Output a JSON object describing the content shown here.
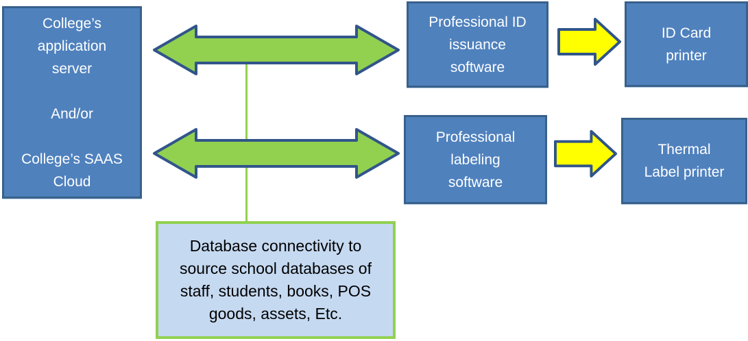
{
  "colors": {
    "box_fill": "#4F81BD",
    "box_border": "#38618C",
    "green": "#92D050",
    "shape_border": "#31558A",
    "yellow": "#FFFF00",
    "db_fill": "#C5D9F1",
    "db_border": "#92D050",
    "text_light": "#FFFFFF",
    "text_dark": "#000000"
  },
  "nodes": {
    "app_server": {
      "label": "College’s\napplication\nserver\n\nAnd/or\n\nCollege’s SAAS\nCloud"
    },
    "id_issuance_software": {
      "label": "Professional ID\nissuance\nsoftware"
    },
    "id_card_printer": {
      "label": "ID Card\nprinter"
    },
    "labeling_software": {
      "label": "Professional\nlabeling\nsoftware"
    },
    "thermal_label_printer": {
      "label": "Thermal\nLabel printer"
    },
    "database_connectivity": {
      "label": "Database connectivity to\nsource school databases of\nstaff, students, books, POS\ngoods, assets, Etc."
    }
  },
  "connectors": [
    {
      "type": "bidirectional-arrow",
      "from": "app_server",
      "to": "id_issuance_software"
    },
    {
      "type": "bidirectional-arrow",
      "from": "app_server",
      "to": "labeling_software"
    },
    {
      "type": "arrow-right",
      "from": "id_issuance_software",
      "to": "id_card_printer"
    },
    {
      "type": "arrow-right",
      "from": "labeling_software",
      "to": "thermal_label_printer"
    },
    {
      "type": "line",
      "from": "bidirectional-arrows",
      "to": "database_connectivity"
    }
  ]
}
